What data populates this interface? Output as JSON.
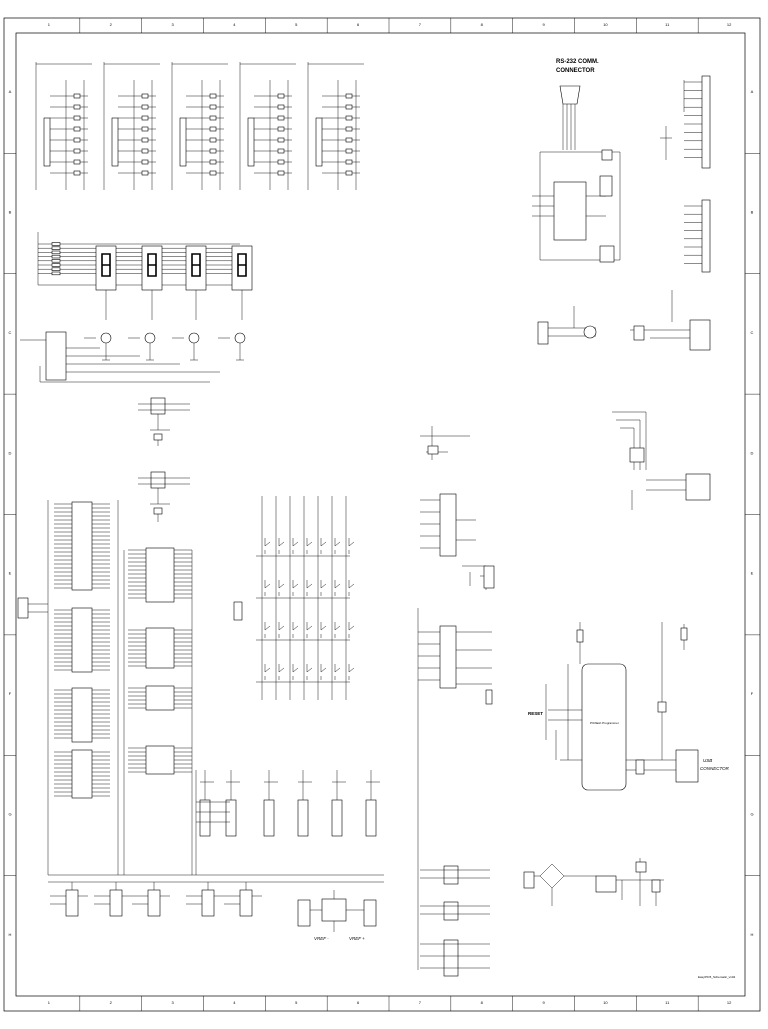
{
  "sheet": {
    "col_numbers": [
      "1",
      "2",
      "3",
      "4",
      "5",
      "6",
      "7",
      "8",
      "9",
      "10",
      "11",
      "12"
    ],
    "row_letters": [
      "A",
      "B",
      "C",
      "D",
      "E",
      "F",
      "G",
      "H"
    ],
    "footer_label": "EasyPIC5_Schematic_v104"
  },
  "labels": {
    "rs232": "RS-232 COMM.",
    "connector": "CONNECTOR",
    "usb": "USB",
    "usb_connector": "CONNECTOR",
    "reset": "RESET",
    "programmer": "PICflash Programmer",
    "vref_minus": "VREF -",
    "vref_plus": "VREF +"
  }
}
